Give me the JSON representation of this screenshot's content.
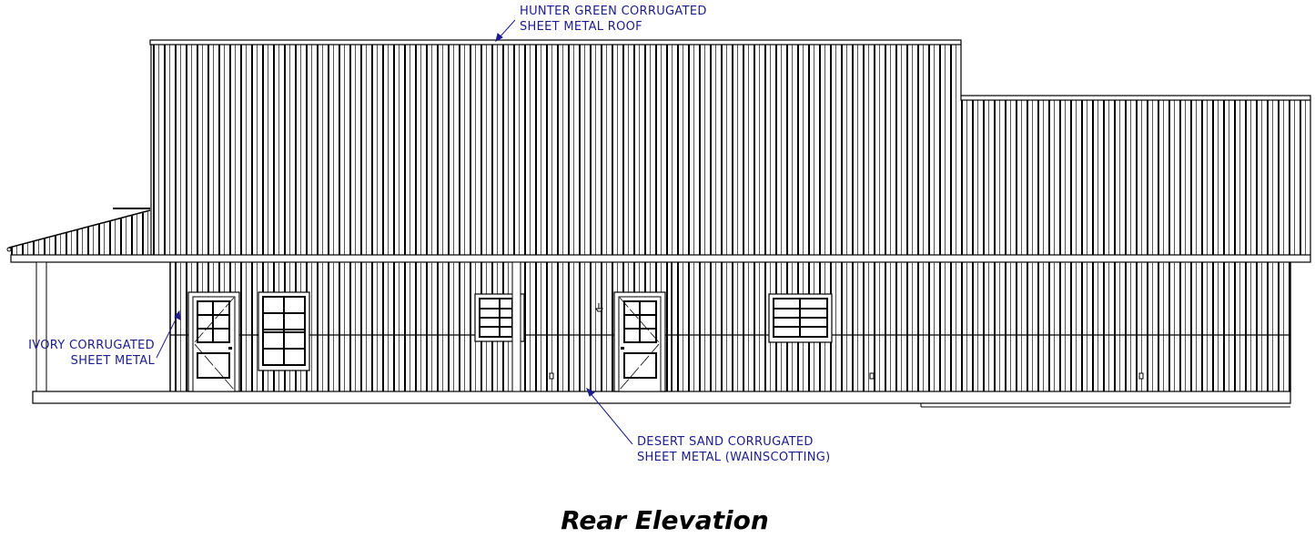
{
  "drawing": {
    "title": "Rear Elevation",
    "callouts": {
      "roof": {
        "line1": "HUNTER GREEN CORRUGATED",
        "line2": "SHEET METAL ROOF"
      },
      "siding": {
        "line1": "IVORY CORRUGATED",
        "line2": "SHEET METAL"
      },
      "wainscot": {
        "line1": "DESERT SAND CORRUGATED",
        "line2": "SHEET METAL (WAINSCOTTING)"
      }
    },
    "colors": {
      "linework": "#000000",
      "annotation": "#1c1c8c"
    }
  }
}
